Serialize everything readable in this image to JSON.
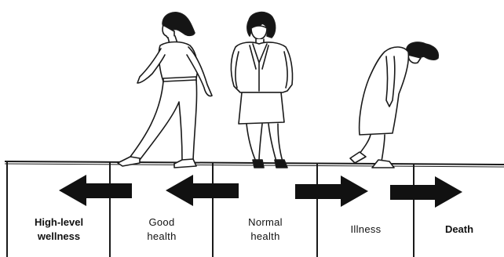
{
  "continuum": {
    "segments": [
      {
        "label": "High-level\nwellness",
        "weight": "bold",
        "direction": "left"
      },
      {
        "label": "Good\nhealth",
        "weight": "normal",
        "direction": "left"
      },
      {
        "label": "Normal\nhealth",
        "weight": "normal",
        "direction": "none"
      },
      {
        "label": "Illness",
        "weight": "normal",
        "direction": "right"
      },
      {
        "label": "Death",
        "weight": "bold",
        "direction": "right"
      }
    ]
  },
  "figures": [
    {
      "name": "walking-woman-figure",
      "segment": "Good health"
    },
    {
      "name": "standing-woman-figure",
      "segment": "Normal health"
    },
    {
      "name": "stooped-woman-figure",
      "segment": "Illness"
    }
  ],
  "colors": {
    "ink": "#111111",
    "paper": "#ffffff",
    "grey": "#6a6a6a"
  }
}
